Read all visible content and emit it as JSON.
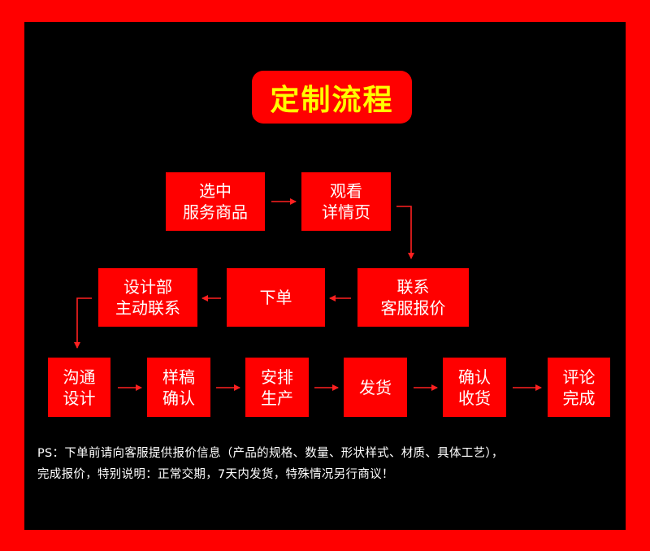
{
  "title": "定制流程",
  "steps": {
    "select": {
      "line1": "选中",
      "line2": "服务商品"
    },
    "view": {
      "line1": "观看",
      "line2": "详情页"
    },
    "contact": {
      "line1": "联系",
      "line2": "客服报价"
    },
    "order": {
      "line1": "下单"
    },
    "designer": {
      "line1": "设计部",
      "line2": "主动联系"
    },
    "communicate": {
      "line1": "沟通",
      "line2": "设计"
    },
    "proof": {
      "line1": "样稿",
      "line2": "确认"
    },
    "produce": {
      "line1": "安排",
      "line2": "生产"
    },
    "ship": {
      "line1": "发货"
    },
    "receive": {
      "line1": "确认",
      "line2": "收货"
    },
    "review": {
      "line1": "评论",
      "line2": "完成"
    }
  },
  "note": {
    "line1": "PS：下单前请向客服提供报价信息（产品的规格、数量、形状样式、材质、具体工艺），",
    "line2": "完成报价，特别说明：正常交期，7天内发货，特殊情况另行商议！"
  },
  "colors": {
    "border": "#ff0000",
    "background": "#000000",
    "box": "#ff0000",
    "title_text": "#ffff00",
    "box_text": "#ffffff",
    "arrow": "#ff2020"
  }
}
